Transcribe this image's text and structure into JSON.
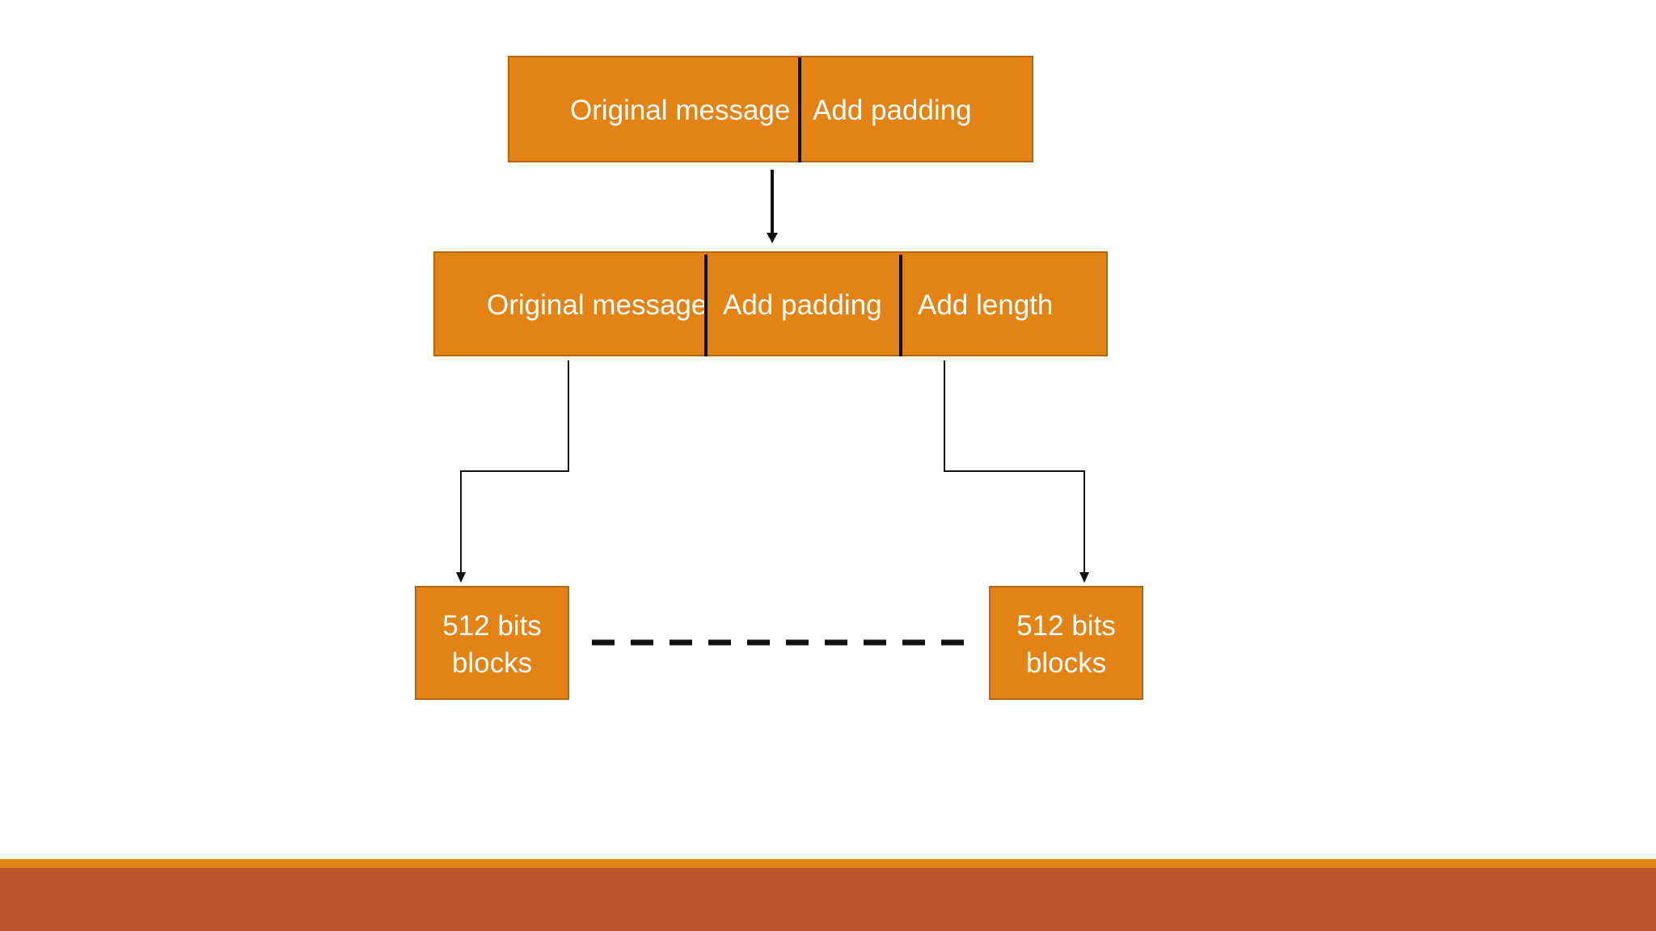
{
  "top_bar": {
    "original_message": "Original message",
    "add_padding": "Add padding"
  },
  "middle_bar": {
    "original_message": "Original message",
    "add_padding": "Add padding",
    "add_length": "Add length"
  },
  "blocks": {
    "left": {
      "line1": "512 bits",
      "line2": "blocks"
    },
    "right": {
      "line1": "512 bits",
      "line2": "blocks"
    }
  },
  "colors": {
    "box_fill": "#e38315",
    "box_border": "#b8660c",
    "footer_stripe": "#e38315",
    "footer_band": "#bd562a"
  }
}
